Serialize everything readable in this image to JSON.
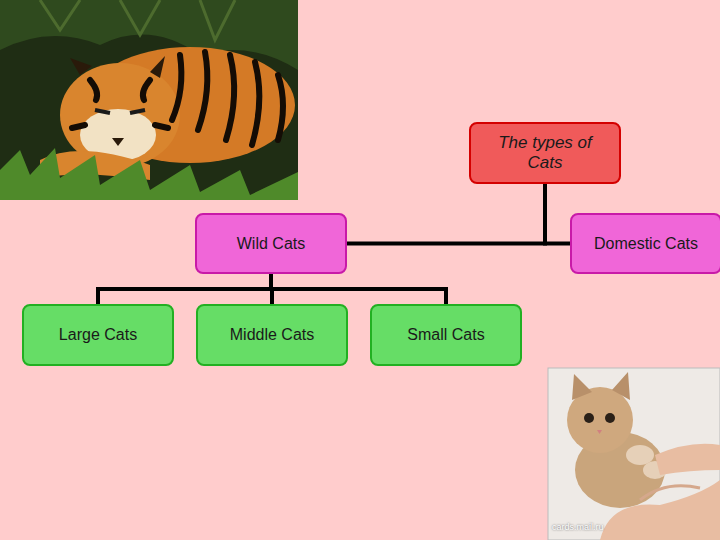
{
  "diagram": {
    "nodes": [
      {
        "text": [
          "The types of Cats"
        ]
      },
      {
        "text": [
          "Wild Cats"
        ]
      },
      {
        "text": [
          "Domestic Cats"
        ]
      },
      {
        "text": [
          "Large Cats"
        ]
      },
      {
        "text": [
          "Middle Cats"
        ]
      },
      {
        "text": [
          "Small Cats"
        ]
      }
    ],
    "edges": [
      {
        "from": 0,
        "to": 1,
        "arrow": "none"
      },
      {
        "from": 0,
        "to": 2,
        "arrow": "none"
      },
      {
        "from": 1,
        "to": 3,
        "arrow": "none"
      },
      {
        "from": 1,
        "to": 4,
        "arrow": "none"
      },
      {
        "from": 1,
        "to": 5,
        "arrow": "none"
      }
    ],
    "labels": [
      "cards.mail.ru"
    ]
  }
}
